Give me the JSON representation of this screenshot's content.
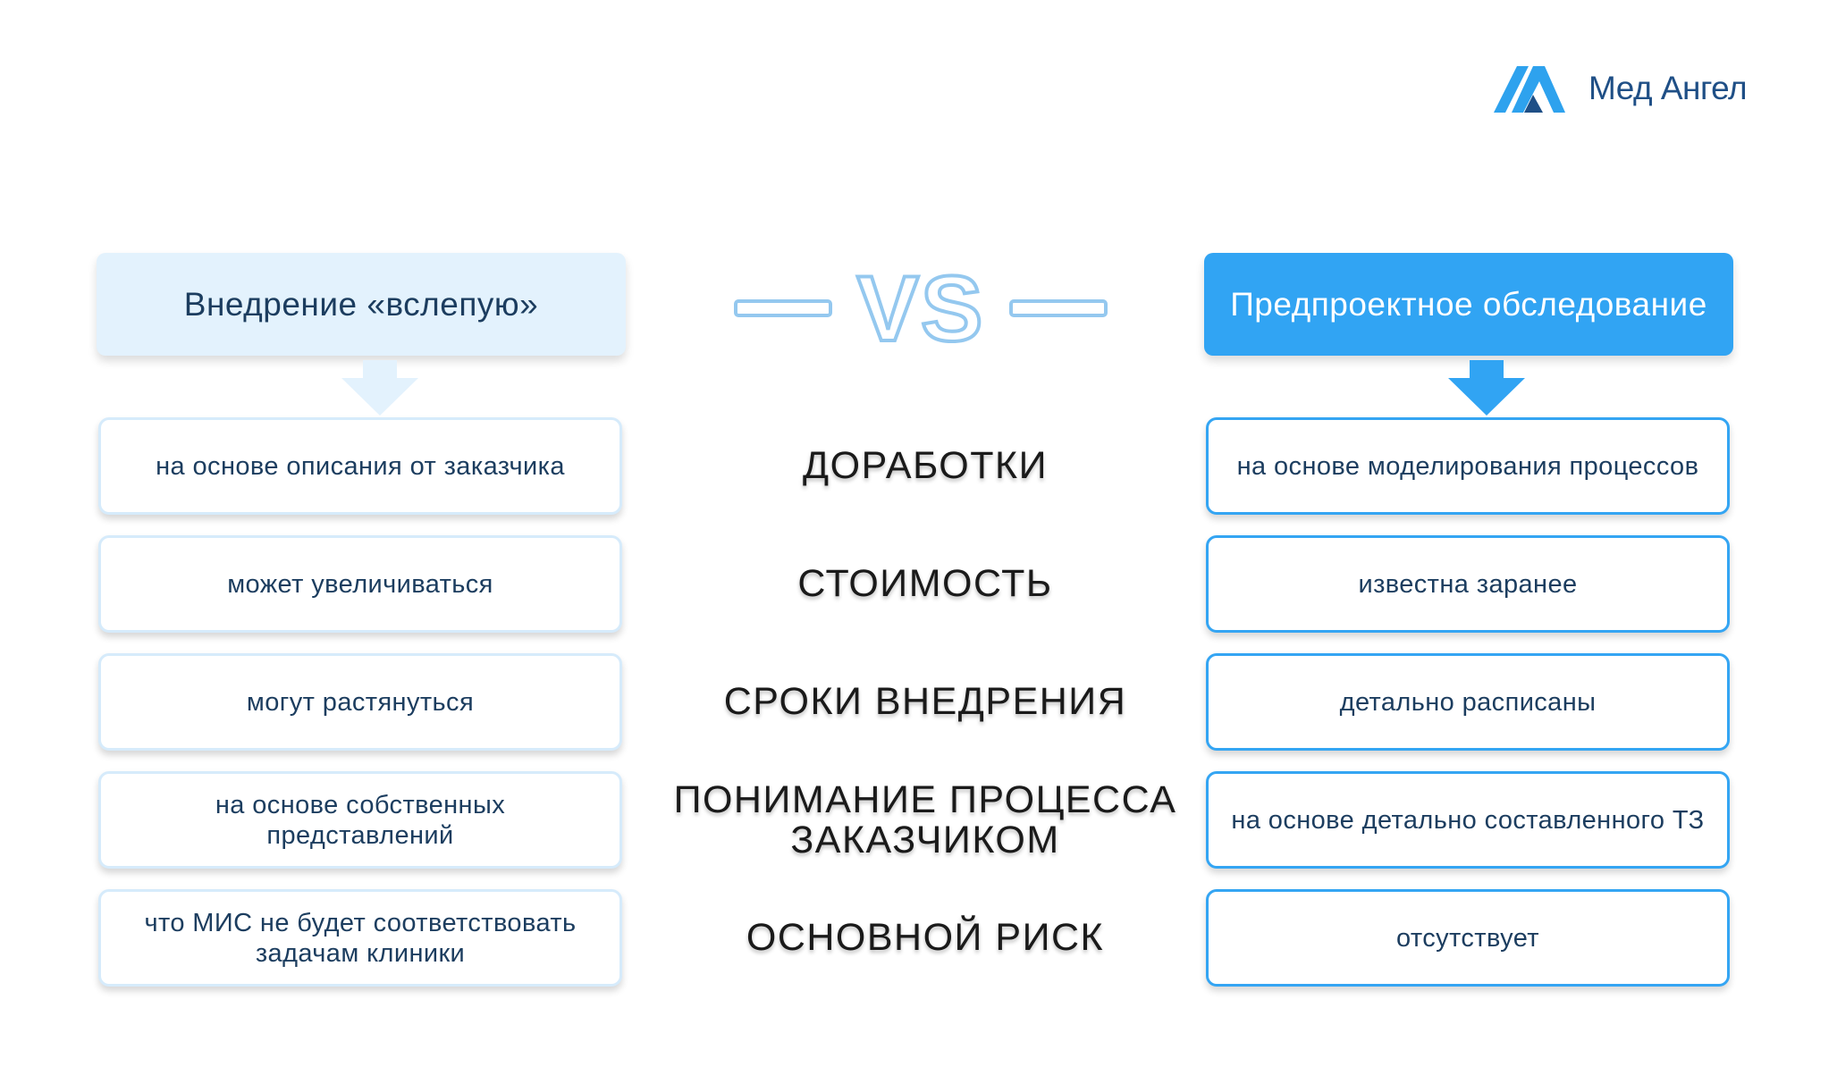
{
  "logo": {
    "text": "Мед Ангел",
    "icon": "med-angel-logo-mark",
    "color": "#1f4f86",
    "accent": "#2ea2ee"
  },
  "left_header": "Внедрение «вслепую»",
  "right_header": "Предпроектное обследование",
  "vs_label": "VS",
  "colors": {
    "left_header_bg": "#e3f2fd",
    "right_header_bg": "#31a4f3",
    "left_border": "#d6ebfb",
    "right_border": "#34a5f3",
    "vs_outline": "#94c8ef"
  },
  "rows": [
    {
      "criterion": "ДОРАБОТКИ",
      "left": "на основе описания от заказчика",
      "right": "на основе моделирования процессов"
    },
    {
      "criterion": "СТОИМОСТЬ",
      "left": "может увеличиваться",
      "right": "известна заранее"
    },
    {
      "criterion": "СРОКИ ВНЕДРЕНИЯ",
      "left": "могут растянуться",
      "right": "детально расписаны"
    },
    {
      "criterion": "ПОНИМАНИЕ ПРОЦЕССА ЗАКАЗЧИКОМ",
      "left": "на основе собственных представлений",
      "right": "на основе детально составленного ТЗ"
    },
    {
      "criterion": "ОСНОВНОЙ РИСК",
      "left": "что МИС не будет соответствовать задачам клиники",
      "right": "отсутствует"
    }
  ]
}
